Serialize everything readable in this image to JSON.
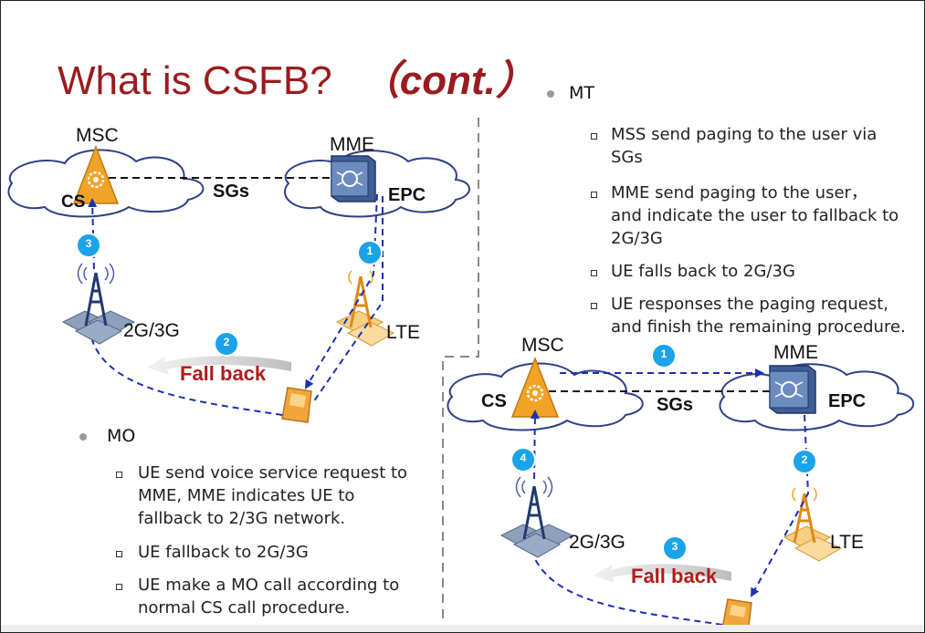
{
  "title": {
    "main": "What is CSFB?",
    "sub": "（cont.）"
  },
  "left_diagram": {
    "msc": "MSC",
    "cs": "CS",
    "sgs": "SGs",
    "mme": "MME",
    "epc": "EPC",
    "ran_2g3g": "2G/3G",
    "lte": "LTE",
    "fall_back": "Fall back",
    "step_1": "1",
    "step_2": "2",
    "step_3": "3"
  },
  "right_diagram": {
    "msc": "MSC",
    "cs": "CS",
    "sgs": "SGs",
    "mme": "MME",
    "epc": "EPC",
    "ran_2g3g": "2G/3G",
    "lte": "LTE",
    "fall_back": "Fall back",
    "step_1": "1",
    "step_2": "2",
    "step_3": "3",
    "step_4": "4"
  },
  "mt": {
    "heading": "MT",
    "items": [
      [
        "MSS send paging to the user via",
        "SGs"
      ],
      [
        "MME send paging to the user，",
        "and indicate the user to fallback to",
        "2G/3G"
      ],
      [
        "UE falls back to 2G/3G"
      ],
      [
        "UE responses the paging request,",
        "and finish the remaining procedure."
      ]
    ]
  },
  "mo": {
    "heading": "MO",
    "items": [
      [
        "UE send voice service request to",
        "MME, MME indicates UE to",
        "fallback to 2/3G network."
      ],
      [
        "UE fallback to 2G/3G"
      ],
      [
        "UE make a MO call according to",
        "normal CS call procedure."
      ]
    ]
  },
  "colors": {
    "title": "#9b1b1f",
    "fall_back": "#b01c1c",
    "step_badge": "#1aa3e8",
    "arrow": "#1f2fb5",
    "msc": "#f0a326",
    "mme": "#3e5f96"
  }
}
